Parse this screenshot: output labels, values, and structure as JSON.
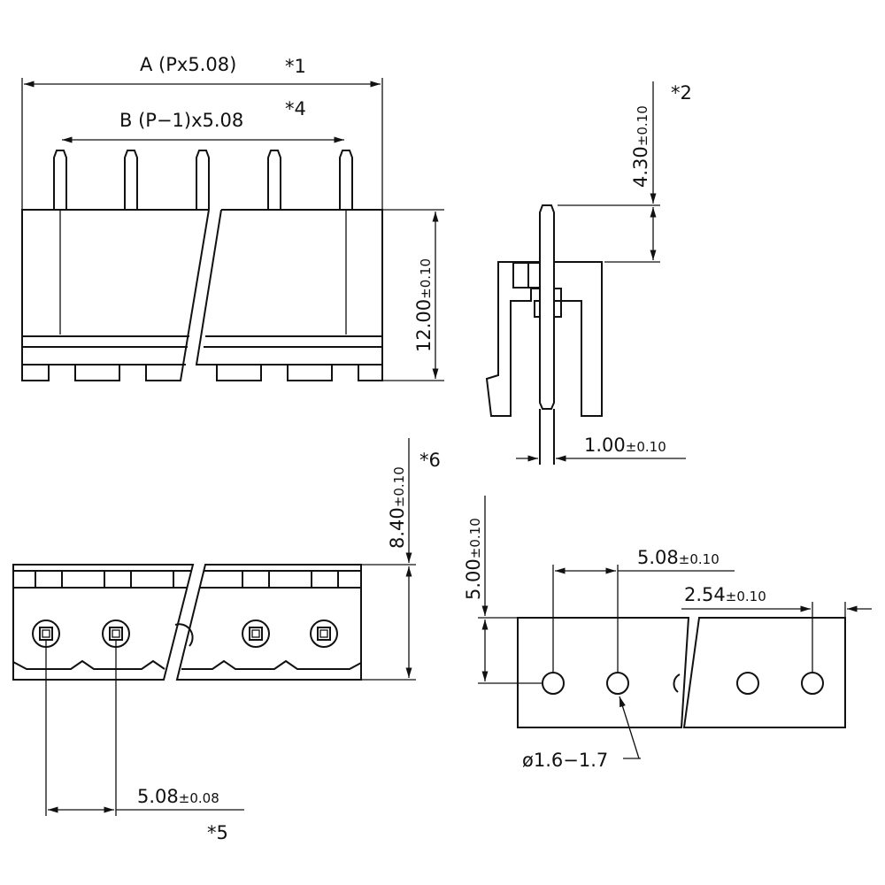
{
  "colors": {
    "line": "#111111",
    "background": "#ffffff"
  },
  "front_view": {
    "dim_a": "A (Px5.08)",
    "note_a": "*1",
    "dim_b": "B (P−1)x5.08",
    "note_b": "*4",
    "height_main": "12.00",
    "height_tol": "±0.10"
  },
  "side_view": {
    "pin_len_main": "4.30",
    "pin_len_tol": "±0.10",
    "note_pin": "*2",
    "pin_w_main": "1.00",
    "pin_w_tol": "±0.10"
  },
  "bottom_view": {
    "height_main": "8.40",
    "height_tol": "±0.10",
    "note_height": "*6",
    "pitch_main": "5.08",
    "pitch_tol": "±0.08",
    "note_pitch": "*5"
  },
  "pcb_layout": {
    "row_main": "5.00",
    "row_tol": "±0.10",
    "pitch_main": "5.08",
    "pitch_tol": "±0.10",
    "half_main": "2.54",
    "half_tol": "±0.10",
    "hole": "ø1.6−1.7"
  }
}
